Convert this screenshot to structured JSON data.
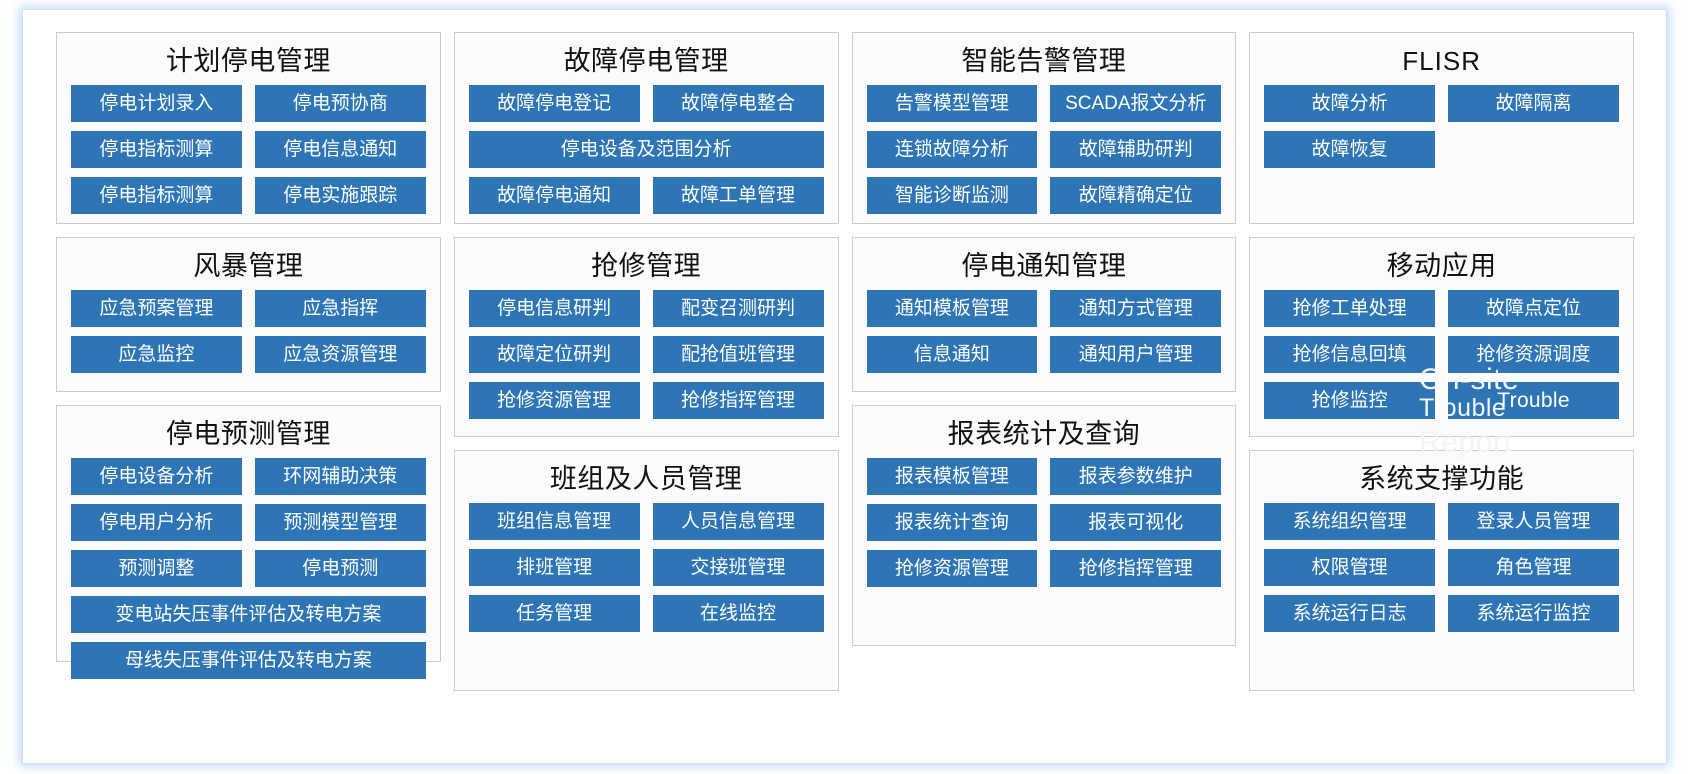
{
  "overlay_labels": [
    {
      "text": "On-site",
      "name": "overlay-on-site"
    },
    {
      "text": "Trouble",
      "name": "overlay-trouble"
    },
    {
      "text": "Report",
      "name": "overlay-report"
    }
  ],
  "theme": {
    "button_color": "#2e75b6",
    "button_text_color": "#ffffff",
    "panel_border_color": "#c6ccd6",
    "panel_background": "#fbfbfc",
    "frame_glow_color": "#96c3f0",
    "title_color": "#111111"
  },
  "columns": [
    {
      "panels": [
        {
          "title": "计划停电管理",
          "rows": [
            [
              "停电计划录入",
              "停电预协商"
            ],
            [
              "停电指标测算",
              "停电信息通知"
            ],
            [
              "停电指标测算",
              "停电实施跟踪"
            ]
          ]
        },
        {
          "title": "风暴管理",
          "rows": [
            [
              "应急预案管理",
              "应急指挥"
            ],
            [
              "应急监控",
              "应急资源管理"
            ]
          ]
        },
        {
          "title": "停电预测管理",
          "rows": [
            [
              "停电设备分析",
              "环网辅助决策"
            ],
            [
              "停电用户分析",
              "预测模型管理"
            ],
            [
              "预测调整",
              "停电预测"
            ],
            [
              "变电站失压事件评估及转电方案"
            ],
            [
              "母线失压事件评估及转电方案"
            ]
          ]
        }
      ]
    },
    {
      "panels": [
        {
          "title": "故障停电管理",
          "rows": [
            [
              "故障停电登记",
              "故障停电整合"
            ],
            [
              "停电设备及范围分析"
            ],
            [
              "故障停电通知",
              "故障工单管理"
            ]
          ]
        },
        {
          "title": "抢修管理",
          "rows": [
            [
              "停电信息研判",
              "配变召测研判"
            ],
            [
              "故障定位研判",
              "配抢值班管理"
            ],
            [
              "抢修资源管理",
              "抢修指挥管理"
            ]
          ]
        },
        {
          "title": "班组及人员管理",
          "rows": [
            [
              "班组信息管理",
              "人员信息管理"
            ],
            [
              "排班管理",
              "交接班管理"
            ],
            [
              "任务管理",
              "在线监控"
            ]
          ]
        }
      ]
    },
    {
      "panels": [
        {
          "title": "智能告警管理",
          "rows": [
            [
              "告警模型管理",
              "SCADA报文分析"
            ],
            [
              "连锁故障分析",
              "故障辅助研判"
            ],
            [
              "智能诊断监测",
              "故障精确定位"
            ]
          ]
        },
        {
          "title": "停电通知管理",
          "rows": [
            [
              "通知模板管理",
              "通知方式管理"
            ],
            [
              "信息通知",
              "通知用户管理"
            ]
          ]
        },
        {
          "title": "报表统计及查询",
          "rows": [
            [
              "报表模板管理",
              "报表参数维护"
            ],
            [
              "报表统计查询",
              "报表可视化"
            ],
            [
              "抢修资源管理",
              "抢修指挥管理"
            ]
          ]
        }
      ]
    },
    {
      "panels": [
        {
          "title": "FLISR",
          "title_latin": true,
          "rows": [
            [
              "故障分析",
              "故障隔离"
            ],
            [
              "故障恢复",
              ""
            ]
          ]
        },
        {
          "title": "移动应用",
          "rows": [
            [
              "抢修工单处理",
              "故障点定位"
            ],
            [
              "抢修信息回填",
              "抢修资源调度"
            ],
            [
              "抢修监控",
              "Trouble"
            ]
          ]
        },
        {
          "title": "系统支撑功能",
          "rows": [
            [
              "系统组织管理",
              "登录人员管理"
            ],
            [
              "权限管理",
              "角色管理"
            ],
            [
              "系统运行日志",
              "系统运行监控"
            ]
          ]
        }
      ]
    }
  ]
}
